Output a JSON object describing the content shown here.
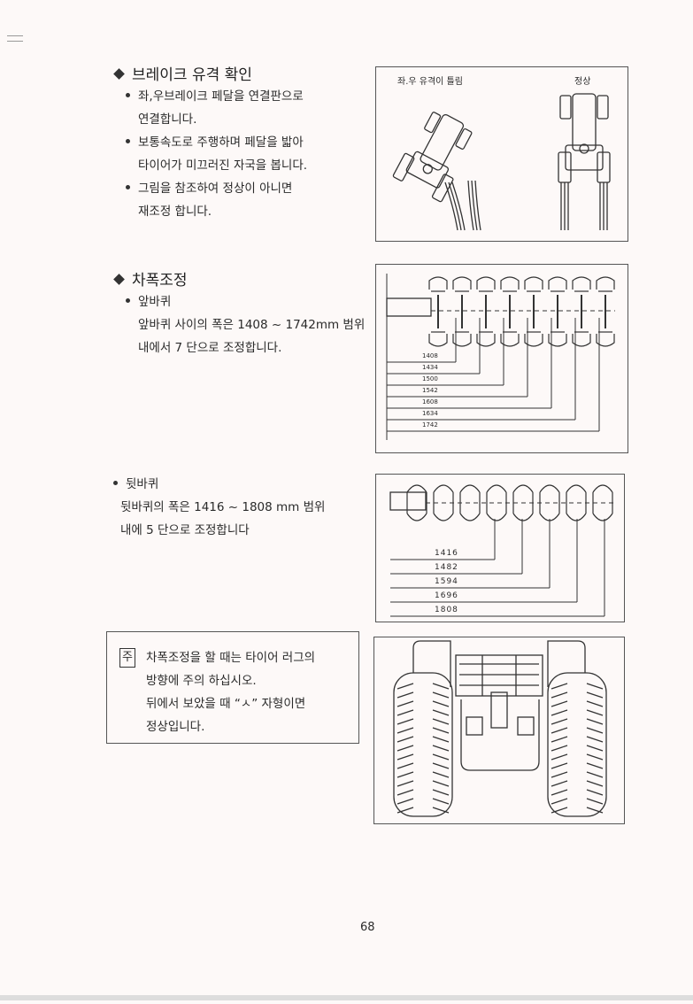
{
  "brake": {
    "title": "브레이크 유격 확인",
    "items": [
      {
        "line1": "좌,우브레이크 페달을 연결판으로",
        "line2": "연결합니다."
      },
      {
        "line1": "보통속도로 주행하며 페달을 밟아",
        "line2": "타이어가 미끄러진 자국을 봅니다."
      },
      {
        "line1": "그림을 참조하여 정상이 아니면",
        "line2": "재조정 합니다."
      }
    ],
    "figure": {
      "left_caption": "좌.우 유격이 틀림",
      "right_caption": "정상"
    }
  },
  "track": {
    "title": "차폭조정",
    "front": {
      "heading": "앞바퀴",
      "line1": "앞바퀴 사이의 폭은 1408 ~ 1742mm 범위",
      "line2": "내에서 7 단으로 조정합니다.",
      "widths": [
        "1408",
        "1434",
        "1500",
        "1542",
        "1608",
        "1634",
        "1742"
      ]
    },
    "rear": {
      "heading": "뒷바퀴",
      "line1": "뒷바퀴의 폭은 1416 ~ 1808 mm 범위",
      "line2": "내에 5 단으로 조정합니다",
      "widths": [
        "1416",
        "1482",
        "1594",
        "1696",
        "1808"
      ]
    }
  },
  "note": {
    "tag": "주",
    "lines": [
      "차폭조정을 할 때는 타이어 러그의",
      "방향에 주의 하십시오.",
      "뒤에서 보았을 때 “ㅅ” 자형이면",
      "정상입니다."
    ]
  },
  "page_number": "68"
}
